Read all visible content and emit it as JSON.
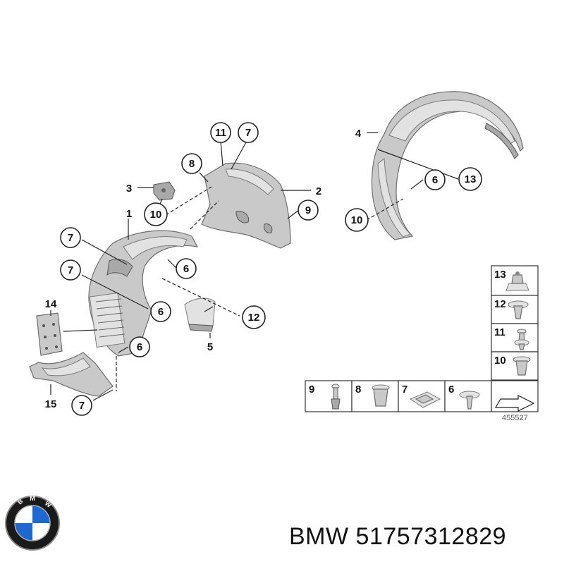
{
  "diagram": {
    "labels": {
      "l1": "1",
      "l2": "2",
      "l3": "3",
      "l4": "4",
      "l5": "5",
      "l6a": "6",
      "l6b": "6",
      "l6c": "6",
      "l6d": "6",
      "l7a": "7",
      "l7b": "7",
      "l7c": "7",
      "l7d": "7",
      "l8": "8",
      "l9": "9",
      "l10a": "10",
      "l10b": "10",
      "l11": "11",
      "l12": "12",
      "l13": "13",
      "l14": "14",
      "l15": "15"
    },
    "legend": {
      "right_column": [
        "13",
        "12",
        "11",
        "10"
      ],
      "bottom_row": [
        "9",
        "8",
        "7",
        "6"
      ],
      "reference_number": "455527"
    }
  },
  "logo": {
    "lettering": "BMW"
  },
  "footer": {
    "brand": "BMW",
    "part_number": "51757312829"
  }
}
